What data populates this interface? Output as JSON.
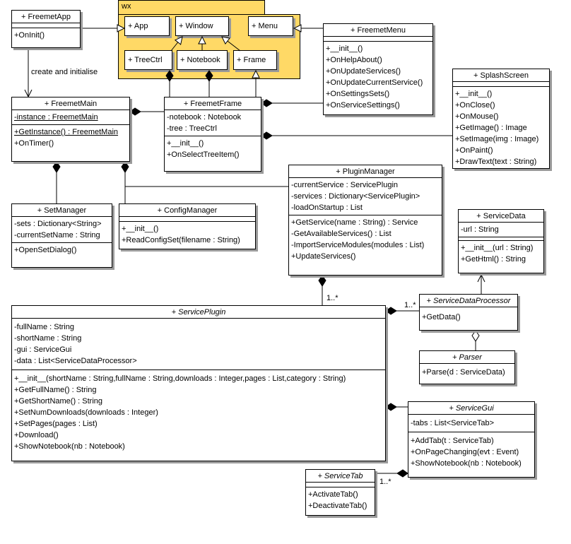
{
  "package": {
    "name": "wx"
  },
  "wx_classes": {
    "app": "+ App",
    "window": "+ Window",
    "menu": "+ Menu",
    "treectrl": "+ TreeCtrl",
    "notebook": "+ Notebook",
    "frame": "+ Frame"
  },
  "classes": {
    "freemet_app": {
      "name": "+ FreemetApp",
      "methods": [
        "+OnInit()"
      ]
    },
    "freemet_menu": {
      "name": "+ FreemetMenu",
      "methods": [
        "+__init__()",
        "+OnHelpAbout()",
        "+OnUpdateServices()",
        "+OnUpdateCurrentService()",
        "+OnSettingsSets()",
        "+OnServiceSettings()"
      ]
    },
    "freemet_main": {
      "name": "+ FreemetMain",
      "attributes": [
        "-instance : FreemetMain"
      ],
      "methods": [
        "+GetInstance() : FreemetMain",
        "+OnTimer()"
      ]
    },
    "freemet_frame": {
      "name": "+ FreemetFrame",
      "attributes": [
        "-notebook : Notebook",
        "-tree : TreeCtrl"
      ],
      "methods": [
        "+__init__()",
        "+OnSelectTreeItem()"
      ]
    },
    "splash_screen": {
      "name": "+ SplashScreen",
      "methods": [
        "+__init__()",
        "+OnClose()",
        "+OnMouse()",
        "+GetImage() : Image",
        "+SetImage(img : Image)",
        "+OnPaint()",
        "+DrawText(text : String)"
      ]
    },
    "plugin_manager": {
      "name": "+ PluginManager",
      "attributes": [
        "-currentService : ServicePlugin",
        "-services : Dictionary<ServicePlugin>",
        "-loadOnStartup : List"
      ],
      "methods": [
        "+GetService(name : String) : Service",
        "-GetAvailableServices() : List",
        "-ImportServiceModules(modules : List)",
        "+UpdateServices()"
      ]
    },
    "set_manager": {
      "name": "+ SetManager",
      "attributes": [
        "-sets : Dictionary<String>",
        "-currentSetName : String"
      ],
      "methods": [
        "+OpenSetDialog()"
      ]
    },
    "config_manager": {
      "name": "+ ConfigManager",
      "methods": [
        "+__init__()",
        "+ReadConfigSet(filename : String)"
      ]
    },
    "service_data": {
      "name": "+ ServiceData",
      "attributes": [
        "-url : String"
      ],
      "methods": [
        "+__init__(url : String)",
        "+GetHtml() : String"
      ]
    },
    "service_plugin": {
      "name": "+ ServicePlugin",
      "attributes": [
        "-fullName : String",
        "-shortName : String",
        "-gui : ServiceGui",
        "-data : List<ServiceDataProcessor>"
      ],
      "methods": [
        "+__init__(shortName : String,fullName : String,downloads : Integer,pages : List,category : String)",
        "+GetFullName() : String",
        "+GetShortName() : String",
        "+SetNumDownloads(downloads : Integer)",
        "+SetPages(pages : List)",
        "+Download()",
        "+ShowNotebook(nb : Notebook)"
      ]
    },
    "service_data_processor": {
      "name": "+ ServiceDataProcessor",
      "methods": [
        "+GetData()"
      ]
    },
    "parser": {
      "name": "+ Parser",
      "methods": [
        "+Parse(d : ServiceData)"
      ]
    },
    "service_gui": {
      "name": "+ ServiceGui",
      "attributes": [
        "-tabs : List<ServiceTab>"
      ],
      "methods": [
        "+AddTab(t : ServiceTab)",
        "+OnPageChanging(evt : Event)",
        "+ShowNotebook(nb : Notebook)"
      ]
    },
    "service_tab": {
      "name": "+ ServiceTab",
      "methods": [
        "+ActivateTab()",
        "+DeactivateTab()"
      ]
    }
  },
  "edge_labels": {
    "create": "create and initialise",
    "plugins_mult": "1..*",
    "processor_mult": "1..*",
    "tab_mult": "1..*"
  },
  "colors": {
    "package_fill": "#ffd966",
    "shadow": "#9a9a9a"
  }
}
